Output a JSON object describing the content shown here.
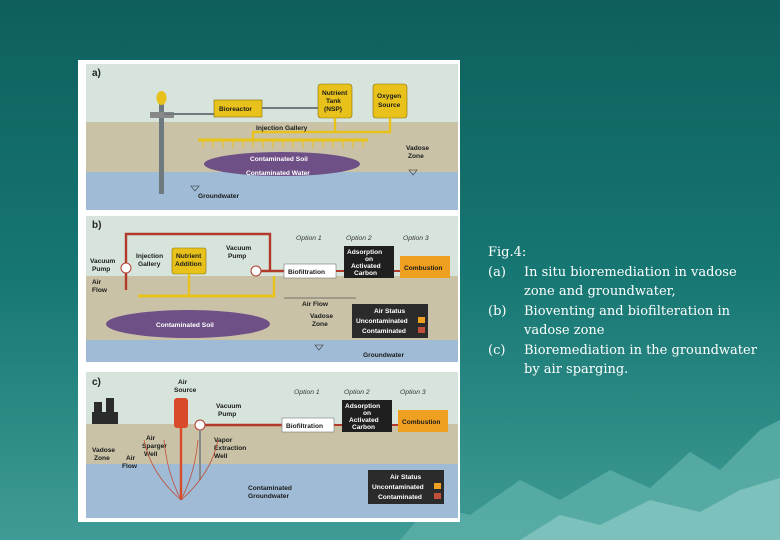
{
  "caption": {
    "title": "Fig.4:",
    "items": [
      {
        "key": "(a)",
        "text": "In situ bioremediation in vadose zone and groundwater,"
      },
      {
        "key": "(b)",
        "text": "Bioventing and biofilteration in vadose zone"
      },
      {
        "key": "(c)",
        "text": "Bioremediation in the groundwater by air sparging."
      }
    ]
  },
  "figure": {
    "a": {
      "panel": "a)",
      "bioreactor": "Bioreactor",
      "nutrient_tank": [
        "Nutrient",
        "Tank",
        "(NSP)"
      ],
      "oxygen_source": [
        "Oxygen",
        "Source"
      ],
      "injection_gallery": "Injection Gallery",
      "contaminated_soil": "Contaminated Soil",
      "contaminated_water": "Contaminated Water",
      "vadose_zone": [
        "Vadose",
        "Zone"
      ],
      "groundwater": "Groundwater"
    },
    "b": {
      "panel": "b)",
      "vacuum_pump_left": [
        "Vacuum",
        "Pump"
      ],
      "injection_gallery": [
        "Injection",
        "Gallery"
      ],
      "nutrient_addition": [
        "Nutrient",
        "Addition"
      ],
      "vacuum_pump_right": [
        "Vacuum",
        "Pump"
      ],
      "air_flow_left": [
        "Air",
        "Flow"
      ],
      "option1": "Option 1",
      "option2": "Option 2",
      "option3": "Option 3",
      "biofiltration": "Biofiltration",
      "adsorption": [
        "Adsorption",
        "on",
        "Activated",
        "Carbon"
      ],
      "combustion": "Combustion",
      "air_flow": "Air Flow",
      "vadose_zone": [
        "Vadose",
        "Zone"
      ],
      "air_status": "Air Status",
      "uncontaminated": "Uncontaminated",
      "contaminated": "Contaminated",
      "contaminated_soil": "Contaminated Soil",
      "groundwater": "Groundwater"
    },
    "c": {
      "panel": "c)",
      "air_source": [
        "Air",
        "Source"
      ],
      "vacuum_pump": [
        "Vacuum",
        "Pump"
      ],
      "option1": "Option 1",
      "option2": "Option 2",
      "option3": "Option 3",
      "biofiltration": "Biofiltration",
      "adsorption": [
        "Adsorption",
        "on",
        "Activated",
        "Carbon"
      ],
      "combustion": "Combustion",
      "vadose_zone": [
        "Vadose",
        "Zone"
      ],
      "air_sparger": [
        "Air",
        "Sparger",
        "Well"
      ],
      "air_flow": [
        "Air",
        "Flow"
      ],
      "vapor_extraction": [
        "Vapor",
        "Extraction",
        "Well"
      ],
      "air_status": "Air Status",
      "uncontaminated": "Uncontaminated",
      "contaminated": "Contaminated",
      "contaminated_groundwater": [
        "Contaminated",
        "Groundwater"
      ]
    }
  },
  "colors": {
    "background": "#167672",
    "caption_text": "#ffffff",
    "soil": "#c9c2a6",
    "water": "#9fbbd6",
    "sky": "#d6e4dc",
    "contaminated_soil": "#6e4f86",
    "yellow_pipe": "#e8c21a",
    "red_pipe": "#b23a2a",
    "orange_box": "#f0a020"
  }
}
